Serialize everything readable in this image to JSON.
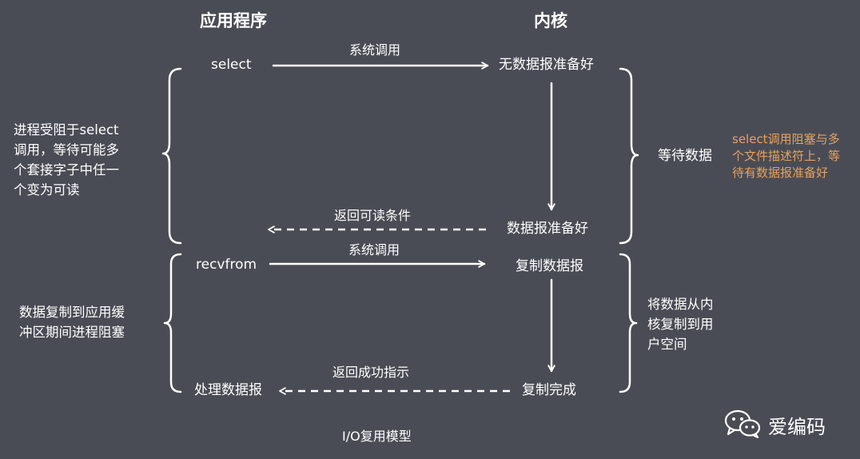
{
  "headers": {
    "app": "应用程序",
    "kernel": "内核"
  },
  "app_nodes": {
    "select": "select",
    "recvfrom": "recvfrom",
    "process": "处理数据报"
  },
  "kernel_nodes": {
    "no_data": "无数据报准备好",
    "data_ready": "数据报准备好",
    "copy": "复制数据报",
    "copy_done": "复制完成"
  },
  "arrows": {
    "syscall1": "系统调用",
    "return_readable": "返回可读条件",
    "syscall2": "系统调用",
    "return_success": "返回成功指示"
  },
  "left_notes": {
    "phase1": [
      "进程受阻于select",
      "调用，等待可能多",
      "个套接字子中任一",
      "个变为可读"
    ],
    "phase2": [
      "数据复制到应用缓",
      "冲区期间进程阻塞"
    ]
  },
  "right_notes": {
    "wait": "等待数据",
    "copy": [
      "将数据从内",
      "核复制到用",
      "户空间"
    ]
  },
  "annotation": [
    "select调用阻塞与多",
    "个文件描述符上，等",
    "待有数据报准备好"
  ],
  "caption": "I/O复用模型",
  "watermark": {
    "text": "爱编码",
    "icon": "wechat-icon"
  },
  "colors": {
    "background": "#4a4c55",
    "annotation": "#e6a15e",
    "line": "#ffffff"
  }
}
